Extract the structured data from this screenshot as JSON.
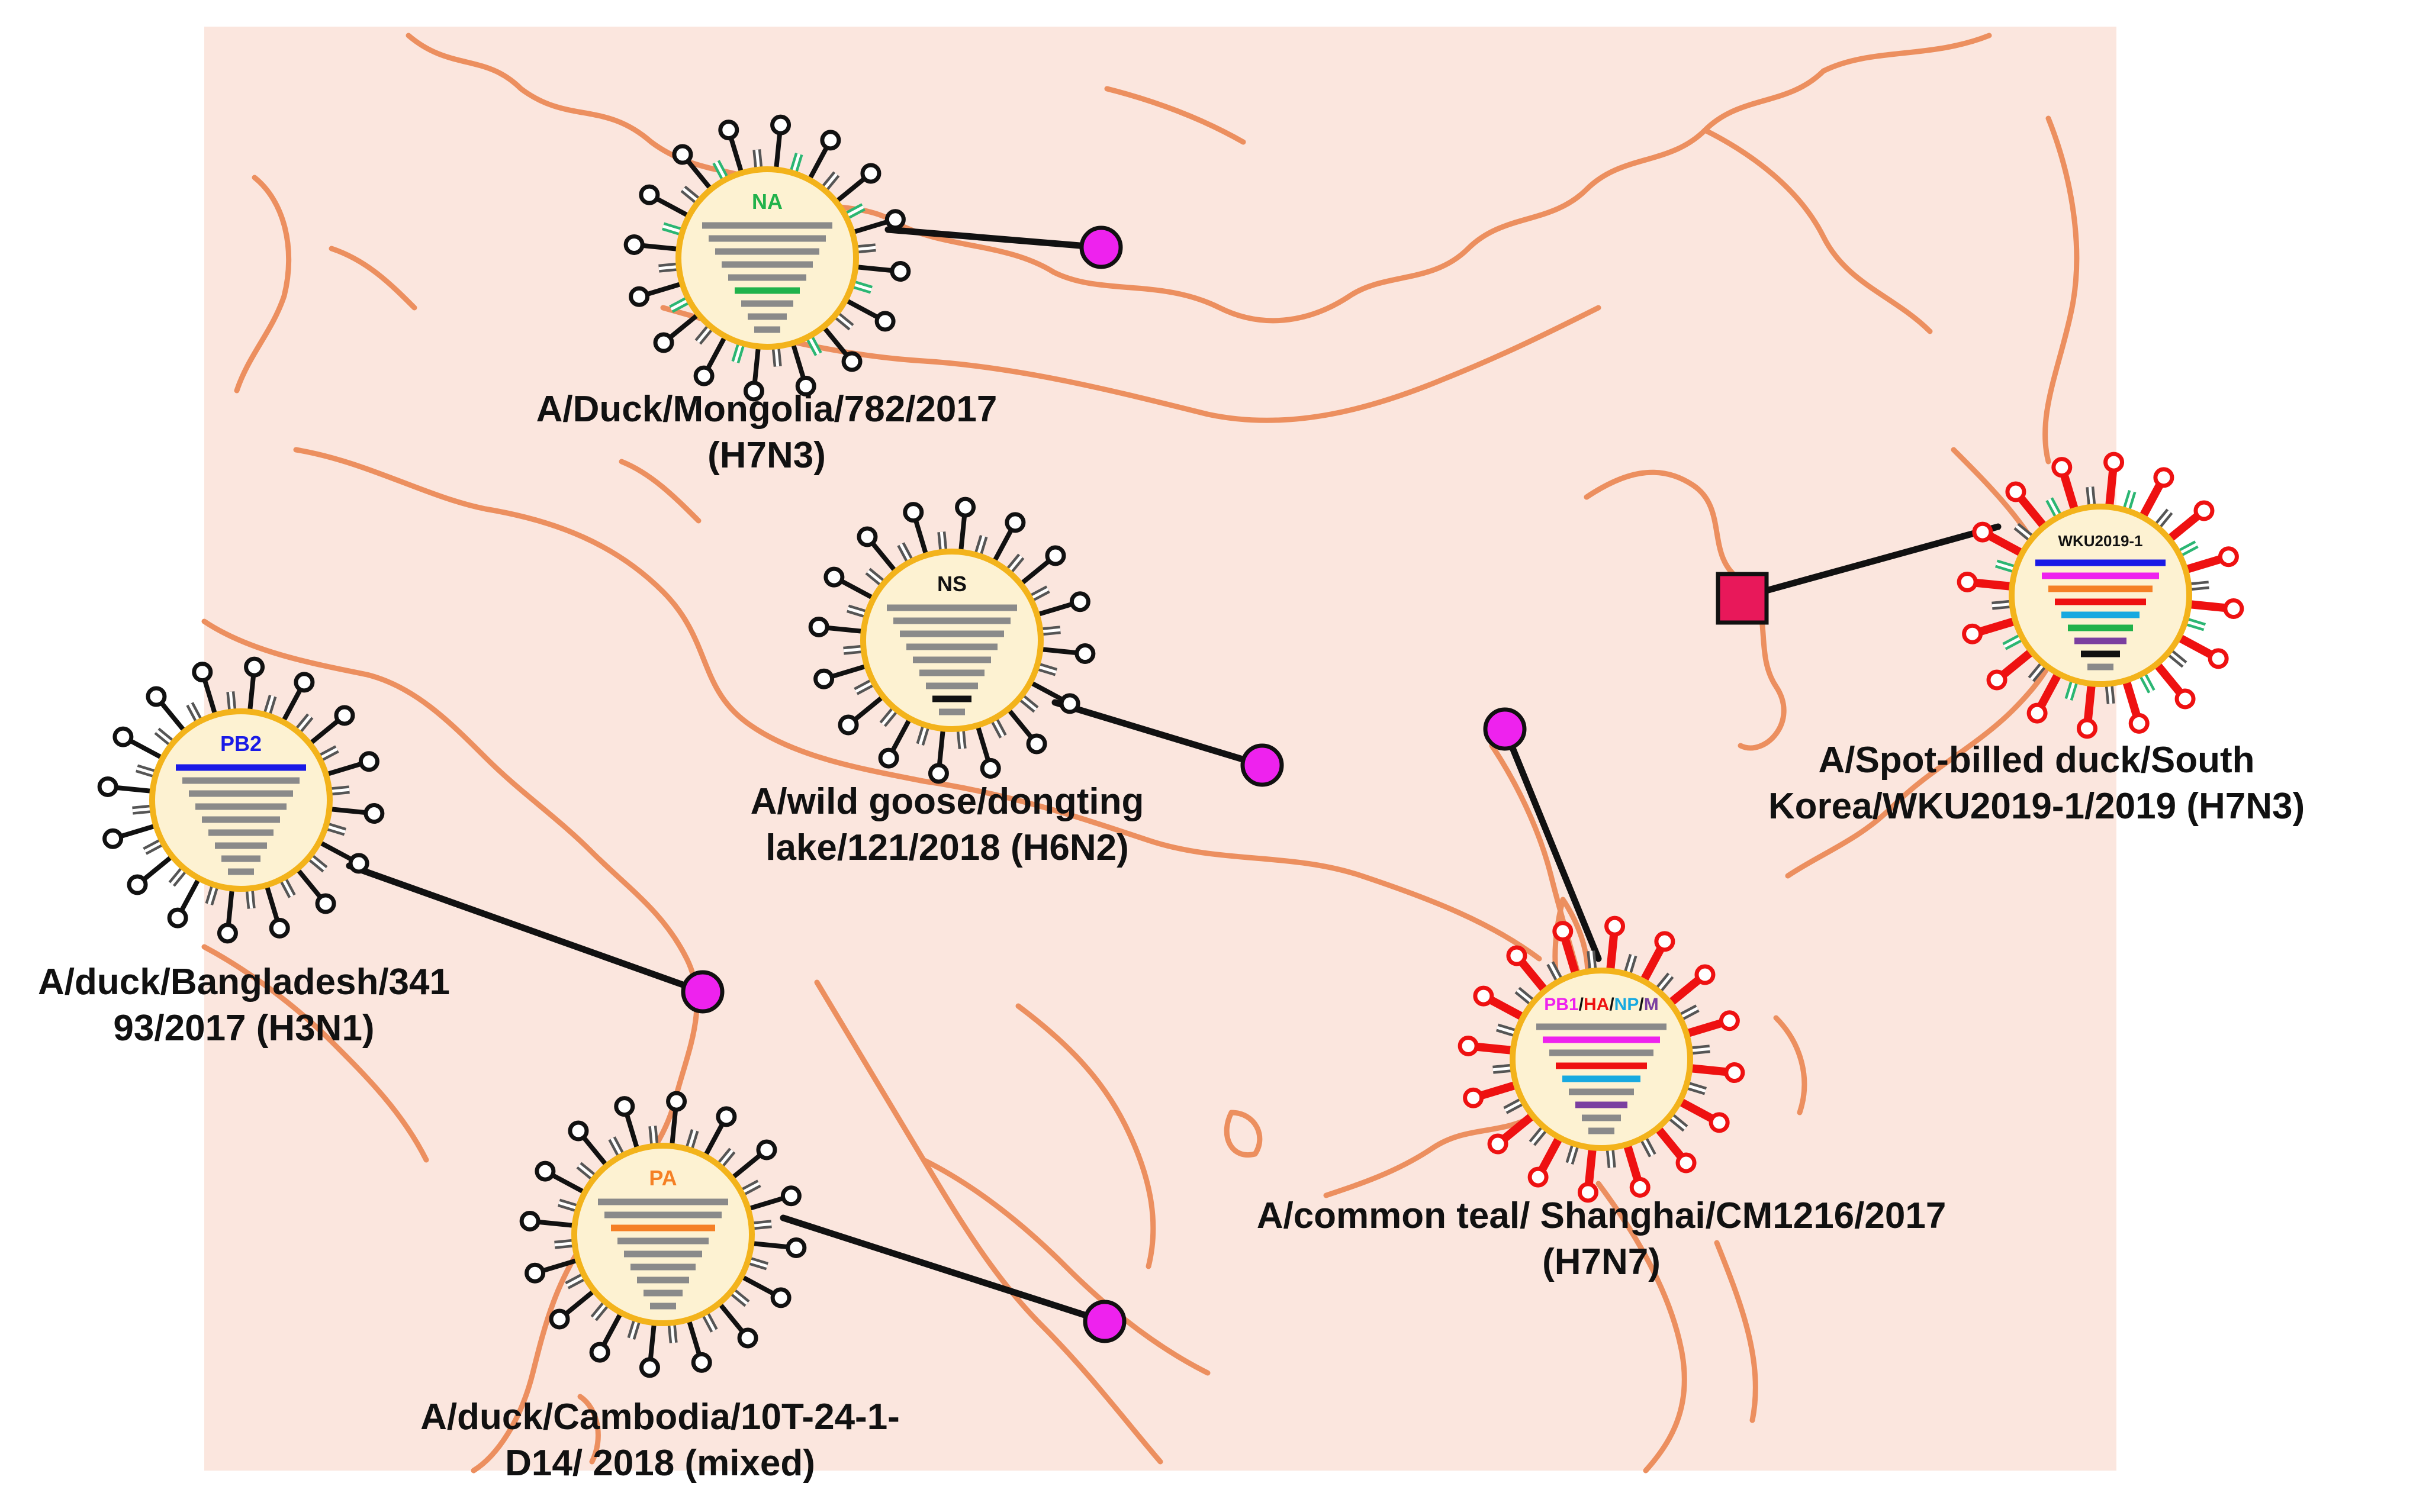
{
  "colors": {
    "map_fill": "#fbe6de",
    "map_border": "#ec8f5f",
    "virion_fill": "#fdf2d2",
    "virion_ring": "#f3b31b",
    "segment_default": "#8a8a8a",
    "spike_default": "#111111",
    "spike_red": "#ee1111",
    "na_spike": "#2bb673",
    "marker_circle": "#ee22ee",
    "marker_square": "#e8185a"
  },
  "strains": [
    {
      "id": "mongolia",
      "label_lines": [
        "A/Duck/Mongolia/782/2017",
        "(H7N3)"
      ],
      "segment_label": "NA",
      "segment_label_color": "#21b24b",
      "highlight_segments": [
        {
          "segment": "NA",
          "color": "#21b24b"
        }
      ],
      "spike_color": "#111111",
      "na_spikes": true,
      "marker": "circle"
    },
    {
      "id": "dongting",
      "label_lines": [
        "A/wild goose/dongting",
        "lake/121/2018 (H6N2)"
      ],
      "segment_label": "NS",
      "segment_label_color": "#111111",
      "highlight_segments": [
        {
          "segment": "NS",
          "color": "#111111"
        }
      ],
      "spike_color": "#111111",
      "na_spikes": false,
      "marker": "circle"
    },
    {
      "id": "bangladesh",
      "label_lines": [
        "A/duck/Bangladesh/341",
        "93/2017 (H3N1)"
      ],
      "segment_label": "PB2",
      "segment_label_color": "#1a1ae6",
      "highlight_segments": [
        {
          "segment": "PB2",
          "color": "#1a1ae6"
        }
      ],
      "spike_color": "#111111",
      "na_spikes": false,
      "marker": "circle"
    },
    {
      "id": "cambodia",
      "label_lines": [
        "A/duck/Cambodia/10T-24-1-",
        "D14/ 2018 (mixed)"
      ],
      "segment_label": "PA",
      "segment_label_color": "#f58025",
      "highlight_segments": [
        {
          "segment": "PA",
          "color": "#f58025"
        }
      ],
      "spike_color": "#111111",
      "na_spikes": false,
      "marker": "circle"
    },
    {
      "id": "shanghai",
      "label_lines": [
        "A/common teal/ Shanghai/CM1216/2017",
        "(H7N7)"
      ],
      "segment_label_parts": [
        {
          "text": "PB1",
          "color": "#ee22ee"
        },
        {
          "text": "/",
          "color": "#111111"
        },
        {
          "text": "HA",
          "color": "#ee1111"
        },
        {
          "text": "/",
          "color": "#111111"
        },
        {
          "text": "NP",
          "color": "#17a9e0"
        },
        {
          "text": "/",
          "color": "#111111"
        },
        {
          "text": "M",
          "color": "#7b3fa0"
        }
      ],
      "highlight_segments": [
        {
          "segment": "PB1",
          "color": "#ee22ee"
        },
        {
          "segment": "HA",
          "color": "#ee1111"
        },
        {
          "segment": "NP",
          "color": "#17a9e0"
        },
        {
          "segment": "M",
          "color": "#7b3fa0"
        }
      ],
      "spike_color": "#ee1111",
      "na_spikes": false,
      "marker": "circle"
    },
    {
      "id": "korea",
      "label_lines": [
        "A/Spot-billed duck/South",
        "Korea/WKU2019-1/2019 (H7N3)"
      ],
      "segment_label": "WKU2019-1",
      "segment_label_color": "#111111",
      "highlight_segments": [
        {
          "segment": "PB2",
          "color": "#1a1ae6"
        },
        {
          "segment": "PB1",
          "color": "#ee22ee"
        },
        {
          "segment": "PA",
          "color": "#f58025"
        },
        {
          "segment": "HA",
          "color": "#ee1111"
        },
        {
          "segment": "NP",
          "color": "#17a9e0"
        },
        {
          "segment": "NA",
          "color": "#21b24b"
        },
        {
          "segment": "M",
          "color": "#7b3fa0"
        },
        {
          "segment": "NS",
          "color": "#111111"
        }
      ],
      "spike_color": "#ee1111",
      "na_spikes": true,
      "marker": "square"
    }
  ]
}
